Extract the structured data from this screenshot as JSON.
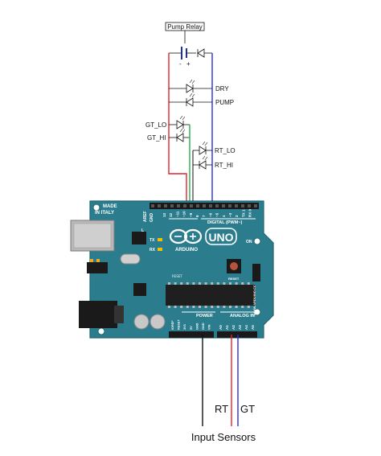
{
  "labels": {
    "pump_relay": "Pump Relay",
    "relay_minus": "-",
    "relay_plus": "+",
    "dry": "DRY",
    "pump": "PUMP",
    "gt_lo": "GT_LO",
    "gt_hi": "GT_HI",
    "rt_lo": "RT_LO",
    "rt_hi": "RT_HI",
    "rt": "RT",
    "gt": "GT",
    "input_sensors": "Input Sensors"
  },
  "board": {
    "made_in": "MADE",
    "in_italy": "IN ITALY",
    "uno": "UNO",
    "arduino": "ARDUINO",
    "digital": "DIGITAL (PWM~)",
    "power": "POWER",
    "analog_in": "ANALOG IN",
    "tx": "TX",
    "rx": "RX",
    "l": "L",
    "on": "ON",
    "reset": "RESET",
    "icsp": "ICSP",
    "aref": "AREF",
    "gnd": "GND",
    "pins_digital": [
      "13",
      "12",
      "~11",
      "~10",
      "~9",
      "8",
      "7",
      "~6",
      "~5",
      "4",
      "~3",
      "2",
      "TX 1",
      "RX 0"
    ],
    "pins_analog": [
      "A0",
      "A1",
      "A2",
      "A3",
      "A4",
      "A5"
    ],
    "pins_power": [
      "IOREF",
      "RESET",
      "3V3",
      "5V",
      "GND",
      "GND",
      "VIN"
    ],
    "website": "WWW.ARDUINO.CC"
  },
  "colors": {
    "board": "#2b7d8d",
    "board_edge": "#1f6673",
    "wire_red": "#e0242a",
    "wire_blue": "#2a2fd6",
    "wire_green": "#23b34a",
    "wire_black": "#111111"
  }
}
